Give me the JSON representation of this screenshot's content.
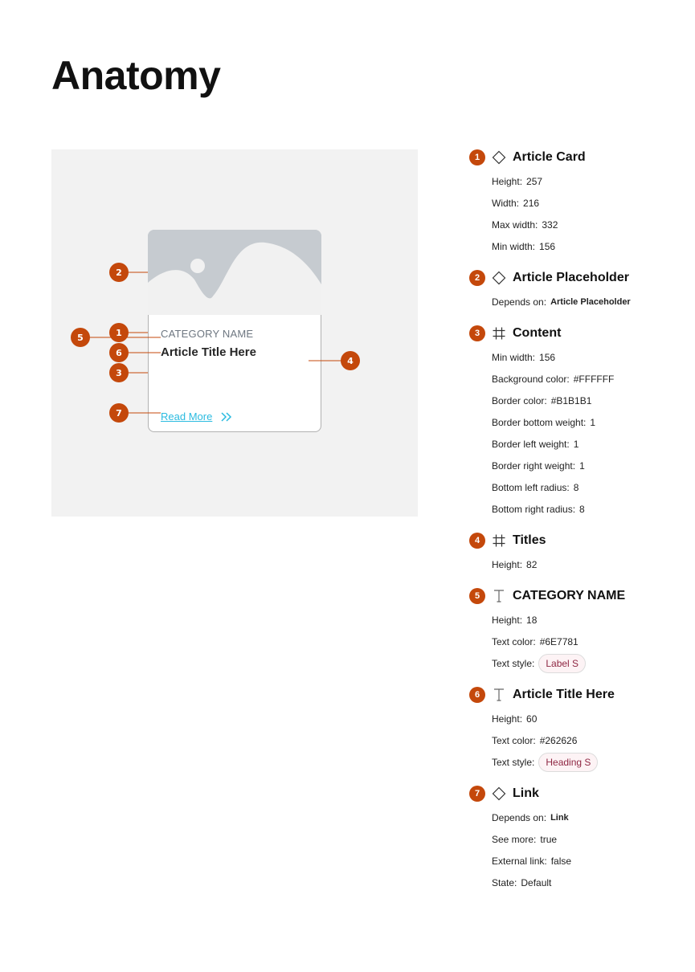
{
  "page": {
    "title": "Anatomy"
  },
  "preview": {
    "card": {
      "category": "CATEGORY NAME",
      "title": "Article Title Here",
      "link_label": "Read More"
    },
    "callouts": [
      "1",
      "2",
      "3",
      "4",
      "5",
      "6",
      "7"
    ]
  },
  "colors": {
    "badge": "#C4480B",
    "link": "#2BBBE0",
    "panel": "#F2F2F2",
    "placeholder": "#C6CBD0"
  },
  "sections": [
    {
      "number": "1",
      "icon": "component-diamond-icon",
      "name": "Article Card",
      "props": [
        {
          "key": "Height:",
          "value": "257"
        },
        {
          "key": "Width:",
          "value": "216"
        },
        {
          "key": "Max width:",
          "value": "332"
        },
        {
          "key": "Min width:",
          "value": "156"
        }
      ]
    },
    {
      "number": "2",
      "icon": "component-diamond-icon",
      "name": "Article Placeholder",
      "props": [
        {
          "key": "Depends on:",
          "value": "Article Placeholder",
          "bold": true
        }
      ]
    },
    {
      "number": "3",
      "icon": "frame-hash-icon",
      "name": "Content",
      "props": [
        {
          "key": "Min width:",
          "value": "156"
        },
        {
          "key": "Background color:",
          "value": "#FFFFFF"
        },
        {
          "key": "Border color:",
          "value": "#B1B1B1"
        },
        {
          "key": "Border bottom weight:",
          "value": "1"
        },
        {
          "key": "Border left weight:",
          "value": "1"
        },
        {
          "key": "Border right weight:",
          "value": "1"
        },
        {
          "key": "Bottom left radius:",
          "value": "8"
        },
        {
          "key": "Bottom right radius:",
          "value": "8"
        }
      ]
    },
    {
      "number": "4",
      "icon": "frame-hash-icon",
      "name": "Titles",
      "props": [
        {
          "key": "Height:",
          "value": "82"
        }
      ]
    },
    {
      "number": "5",
      "icon": "text-t-icon",
      "name": "CATEGORY NAME",
      "props": [
        {
          "key": "Height:",
          "value": "18"
        },
        {
          "key": "Text color:",
          "value": "#6E7781"
        },
        {
          "key": "Text style:",
          "value": "Label S",
          "pill": true
        }
      ]
    },
    {
      "number": "6",
      "icon": "text-t-icon",
      "name": "Article Title Here",
      "props": [
        {
          "key": "Height:",
          "value": "60"
        },
        {
          "key": "Text color:",
          "value": "#262626"
        },
        {
          "key": "Text style:",
          "value": "Heading S",
          "pill": true
        }
      ]
    },
    {
      "number": "7",
      "icon": "component-diamond-icon",
      "name": "Link",
      "props": [
        {
          "key": "Depends on:",
          "value": "Link",
          "bold": true
        },
        {
          "key": "See more:",
          "value": "true"
        },
        {
          "key": "External link:",
          "value": "false"
        },
        {
          "key": "State:",
          "value": "Default"
        }
      ]
    }
  ]
}
